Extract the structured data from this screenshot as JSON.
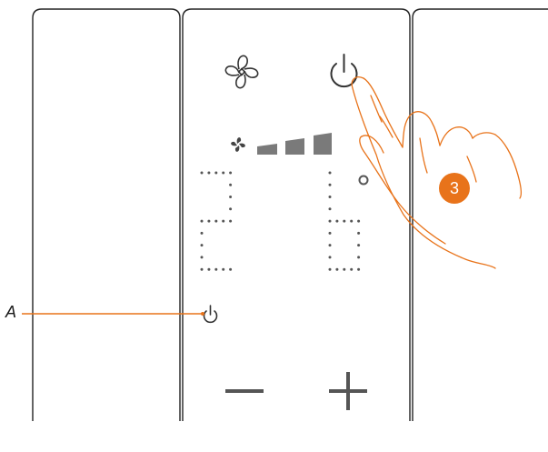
{
  "callout": {
    "label": "A"
  },
  "step": {
    "number": "3"
  },
  "display": {
    "temperature_digits": [
      "2",
      "6"
    ],
    "degree_symbol": "°"
  },
  "fan_speed": {
    "bars_total": 3,
    "bars_lit": 3
  },
  "colors": {
    "accent": "#e8731a",
    "icon": "#333333",
    "dots": "#555555",
    "panel_outline": "#222222"
  }
}
